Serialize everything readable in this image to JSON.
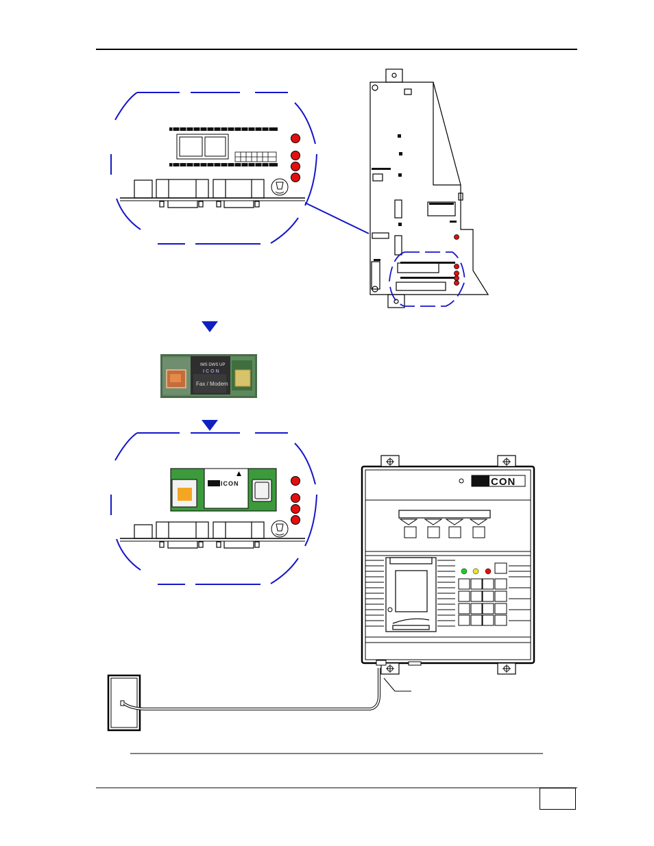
{
  "module_photo": {
    "top_text": "IMS DWS UP",
    "logo_text": "ICON",
    "label": "Fax / Modem"
  },
  "detail_logo_text": "ICON",
  "panel_logo_text": "CON",
  "colors": {
    "callout_outline": "#1515c8",
    "arrow": "#1020c0",
    "led_red": "#e01010",
    "led_green": "#22cc22",
    "led_yellow": "#e6e62a",
    "module_green": "#3c9a3c",
    "module_orange": "#f4a623"
  },
  "icons": [
    "down-arrow-icon",
    "led-indicator",
    "mounting-hole-icon",
    "connector-icon"
  ]
}
